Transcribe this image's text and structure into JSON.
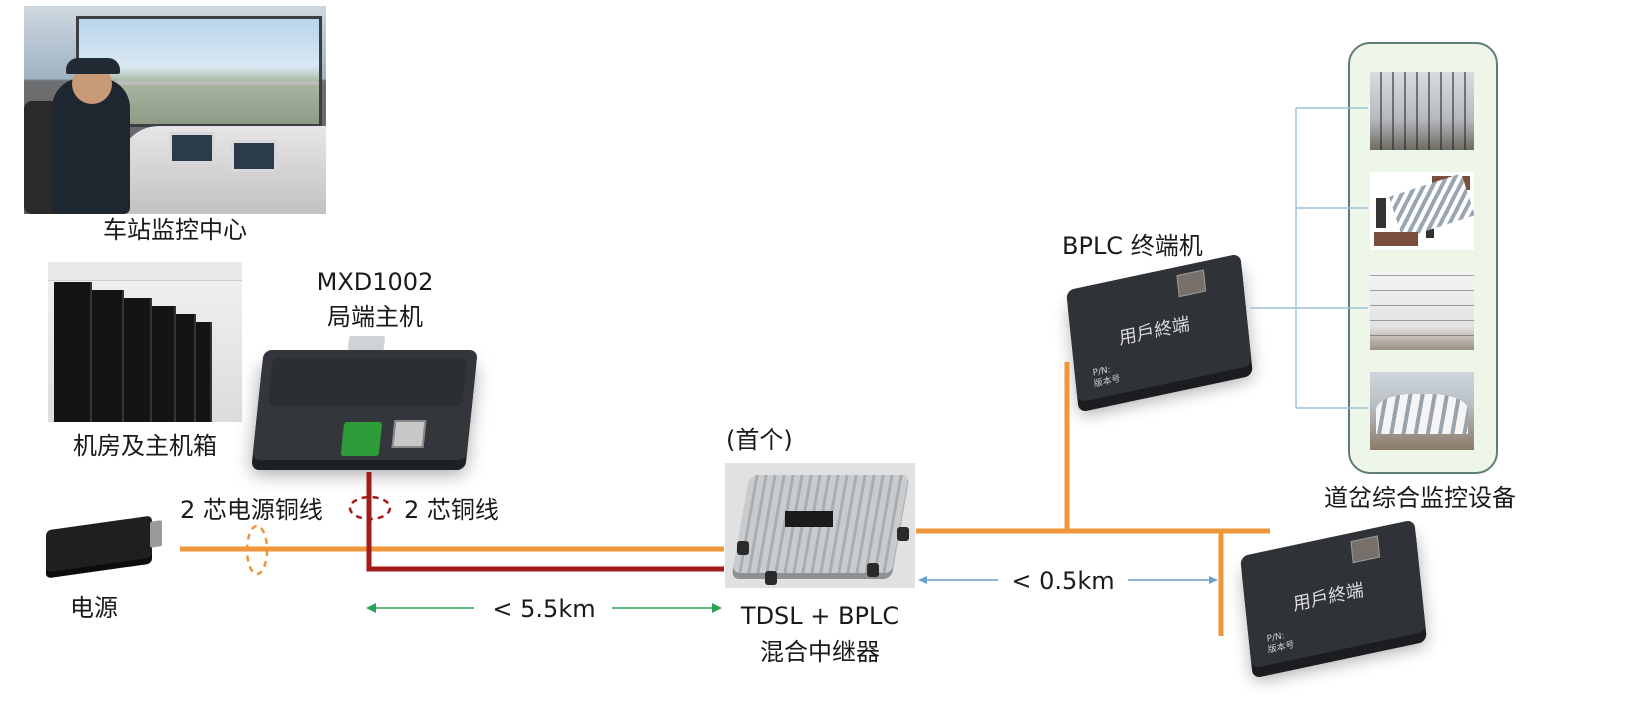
{
  "nodes": {
    "control_center": {
      "label": "车站监控中心",
      "icon": "train-control-room-photo"
    },
    "server_room": {
      "label": "机房及主机箱",
      "icon": "server-room-photo"
    },
    "host": {
      "model": "MXD1002",
      "label": "局端主机",
      "icon": "host-device-photo"
    },
    "power": {
      "label": "电源",
      "icon": "power-supply-photo"
    },
    "repeater": {
      "note": "(首个)",
      "label_line1": "TDSL + BPLC",
      "label_line2": "混合中继器",
      "icon": "repeater-photo"
    },
    "terminal_top": {
      "label": "BPLC 终端机",
      "face_text": "用戶終端",
      "small_line1": "P/N:",
      "small_line2": "版本号",
      "icon": "terminal-device-photo"
    },
    "terminal_bottom": {
      "face_text": "用戶終端",
      "small_line1": "P/N:",
      "small_line2": "版本号",
      "icon": "terminal-device-photo"
    },
    "monitor_group": {
      "label": "道岔综合监控设备",
      "images": [
        "catenary-photo",
        "monitoring-screen-photo",
        "trackside-equipment-photo",
        "high-speed-trains-photo"
      ]
    }
  },
  "links": {
    "power_cable": "2 芯电源铜线",
    "copper_cable": "2 芯铜线",
    "distance_host_repeater": "< 5.5km",
    "distance_repeater_terminal": "< 0.5km"
  },
  "colors": {
    "power_line": "#f0953a",
    "copper_line": "#a31a1a",
    "distance_arrow_green": "#2aa55a",
    "distance_arrow_blue": "#6aa0cc",
    "branch_line": "#9cc2d8",
    "panel_border": "#5f7d78",
    "panel_fill": "#eef6e9"
  }
}
